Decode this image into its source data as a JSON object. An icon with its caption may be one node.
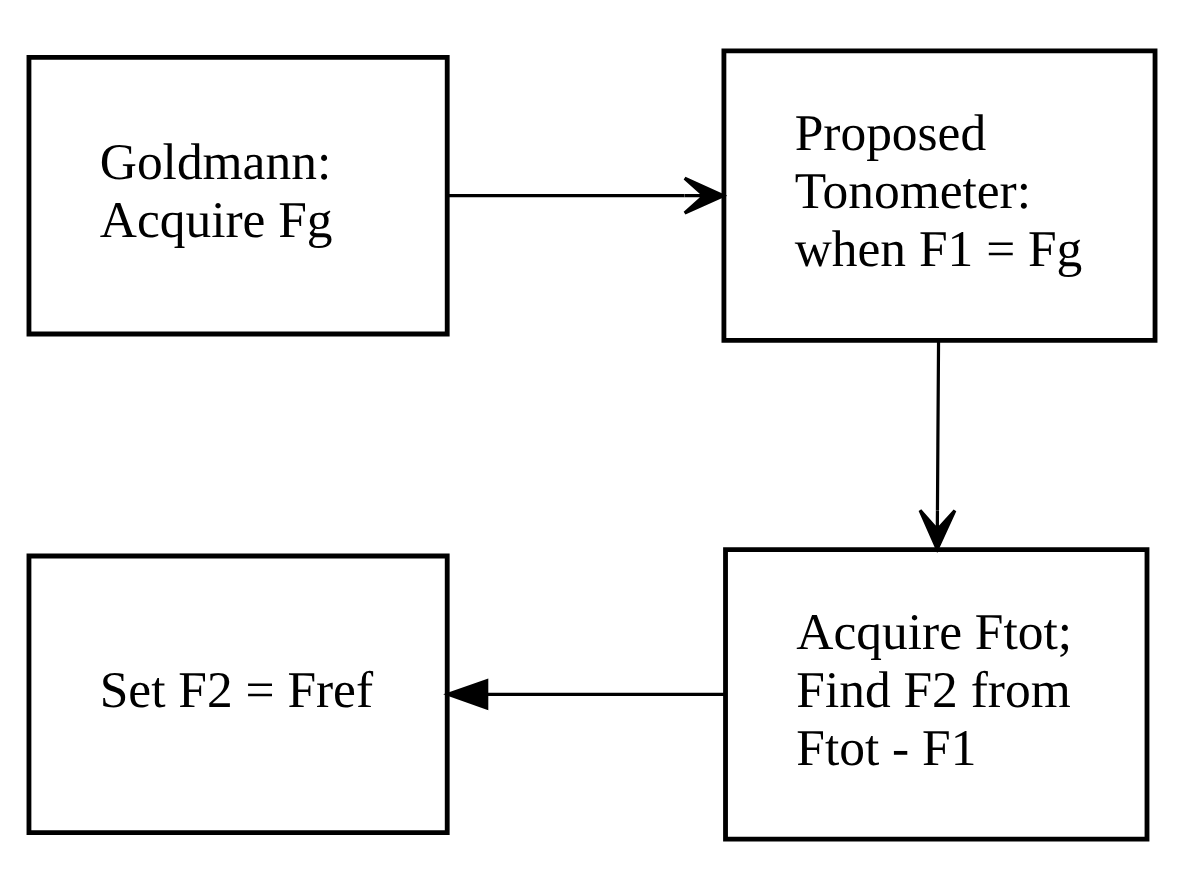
{
  "diagram": {
    "nodes": [
      {
        "text": [
          "Goldmann: Acquire Fg"
        ]
      },
      {
        "text": [
          "Proposed Tonometer: when F1 = Fg"
        ]
      },
      {
        "text": [
          "Acquire Ftot; Find F2 from Ftot - F1"
        ]
      },
      {
        "text": [
          "Set F2 = Fref"
        ]
      }
    ],
    "edges": [
      {
        "from": 0,
        "to": 1,
        "arrow": "to"
      },
      {
        "from": 1,
        "to": 2,
        "arrow": "to"
      },
      {
        "from": 2,
        "to": 3,
        "arrow": "to"
      }
    ]
  }
}
